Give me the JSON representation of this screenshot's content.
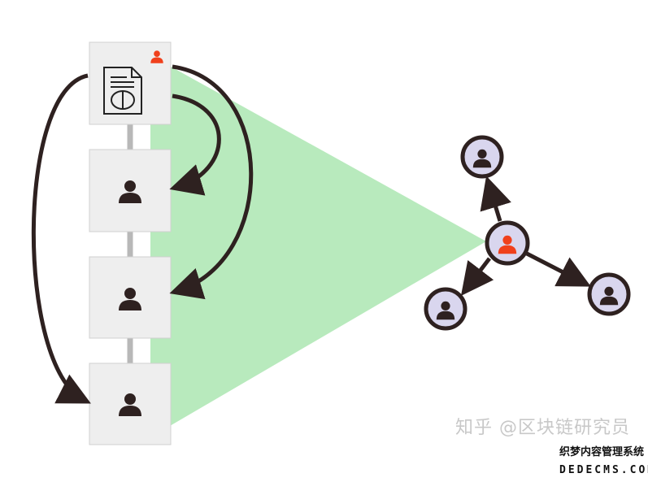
{
  "diagram": {
    "chain_blocks": [
      {
        "type": "document-with-brain",
        "badge": "user-red"
      },
      {
        "type": "user"
      },
      {
        "type": "user"
      },
      {
        "type": "user"
      }
    ],
    "network": {
      "center": "user-red",
      "peers": 3
    },
    "colors": {
      "green": "#b8eabd",
      "box": "#eeeeee",
      "box_border": "#d0d0d0",
      "dark": "#2e2120",
      "red": "#f0401c",
      "node_fill": "#d9d6ee"
    }
  },
  "watermark": {
    "zhihu": "知乎 @区块链研究员",
    "dede_cn": "织梦内容管理系统",
    "dede_en": "DEDECMS.COM"
  }
}
